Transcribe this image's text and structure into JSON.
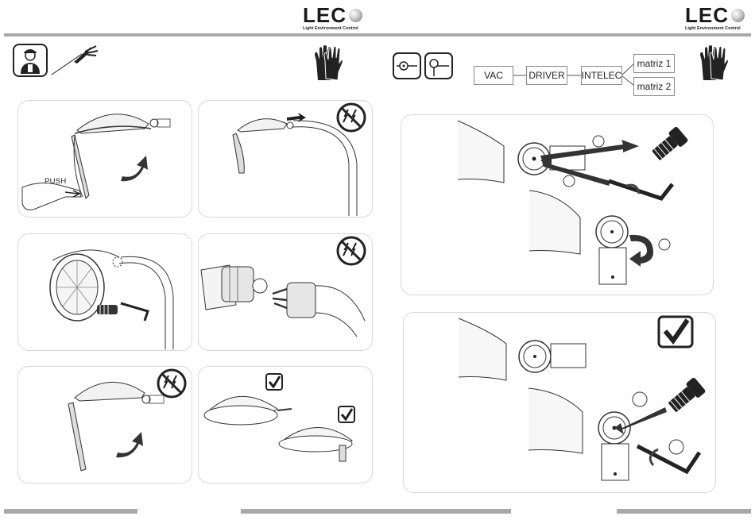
{
  "brand": {
    "name": "LEC",
    "tagline": "Light Environment Control"
  },
  "wiring_flow": {
    "source": "VAC",
    "driver": "DRIVER",
    "controller": "INTELEC",
    "outputs": [
      "matriz 1",
      "matriz 2"
    ]
  },
  "step1": {
    "button_label": "PUSH"
  },
  "icons": {
    "technician": "technician-icon",
    "cables": "cable-icon",
    "gloves": "gloves-icon",
    "no_power": "no-power-icon",
    "check": "checkbox-checked-icon",
    "rotate": "rotate-arrow-icon",
    "screw": "screw-icon",
    "allen_key": "allen-key-icon"
  },
  "colors": {
    "divider": "#a9a9a9",
    "ink": "#222222",
    "arrow": "#3a3a3a"
  }
}
